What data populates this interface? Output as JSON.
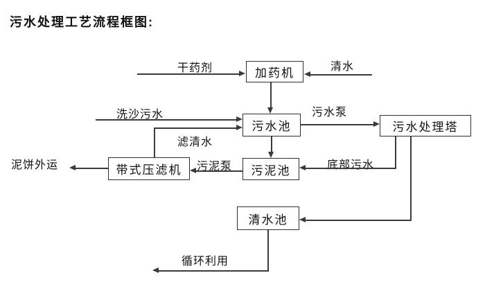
{
  "title": "污水处理工艺流程框图:",
  "nodes": {
    "dosing_machine": "加药机",
    "sewage_pool": "污水池",
    "treatment_tower": "污水处理塔",
    "sludge_pool": "污泥池",
    "belt_filter_press": "带式压滤机",
    "clean_water_pool": "清水池"
  },
  "flows": {
    "dry_chemical": "干药剂",
    "clean_water": "清水",
    "sand_washing_sewage": "洗沙污水",
    "filtered_water": "滤清水",
    "sewage_pump": "污水泵",
    "bottom_sewage": "底部污水",
    "sludge_pump": "污泥泵",
    "mud_cake_outbound": "泥饼外运",
    "recycling": "循环利用"
  },
  "colors": {
    "background": "#ffffff",
    "line": "#3a3a3a",
    "box_border": "#2f2f2f",
    "text": "#111111"
  }
}
